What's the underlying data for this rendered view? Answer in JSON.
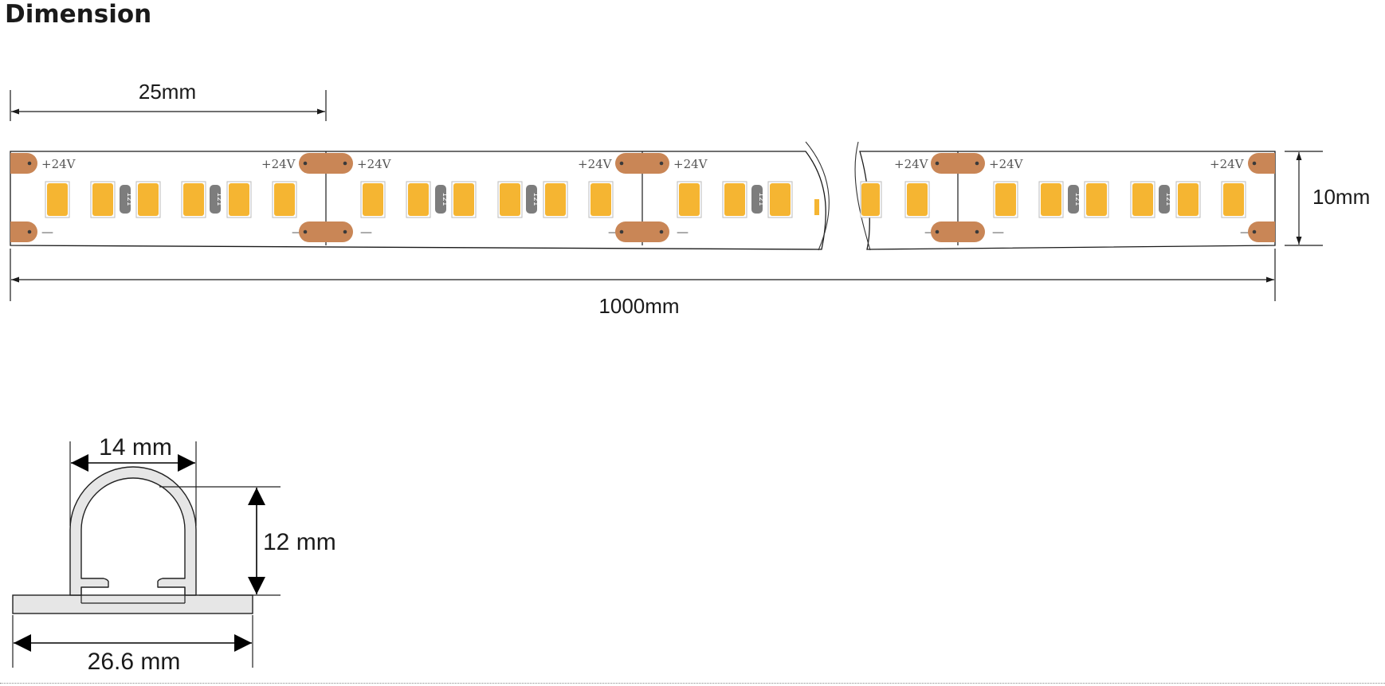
{
  "title": "Dimension",
  "strip": {
    "pitch_label": "25mm",
    "length_label": "1000mm",
    "width_label": "10mm",
    "positive_label": "+24V",
    "negative_label": "—",
    "resistor_label": "121"
  },
  "profile": {
    "top_width_label": "14 mm",
    "height_label": "12 mm",
    "base_width_label": "26.6 mm"
  },
  "colors": {
    "led": "#f5b532",
    "copper_pad": "#c98656",
    "resistor": "#7d7d7d",
    "profile_fill": "#e6e6e6",
    "line": "#1a1a1a"
  }
}
